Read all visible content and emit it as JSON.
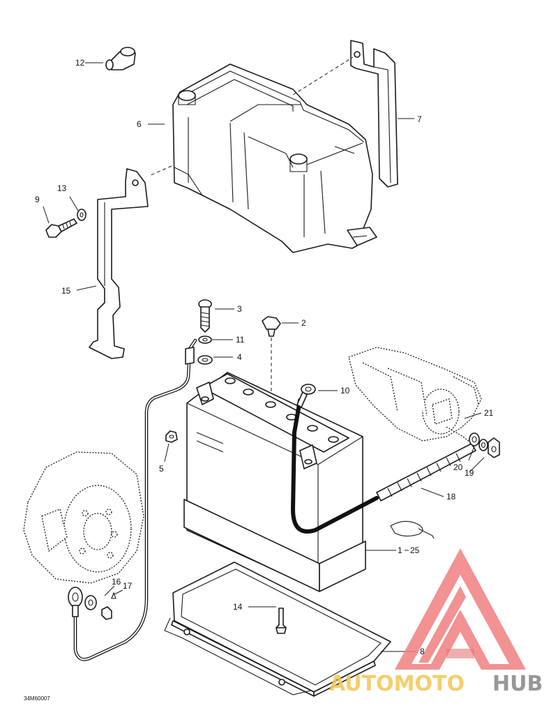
{
  "callouts": [
    {
      "id": "c1",
      "text": "1"
    },
    {
      "id": "c2",
      "text": "2"
    },
    {
      "id": "c3",
      "text": "3"
    },
    {
      "id": "c4",
      "text": "4"
    },
    {
      "id": "c5",
      "text": "5"
    },
    {
      "id": "c6",
      "text": "6"
    },
    {
      "id": "c7",
      "text": "7"
    },
    {
      "id": "c8",
      "text": "8"
    },
    {
      "id": "c9",
      "text": "9"
    },
    {
      "id": "c10",
      "text": "10"
    },
    {
      "id": "c11",
      "text": "11"
    },
    {
      "id": "c12",
      "text": "12"
    },
    {
      "id": "c13",
      "text": "13"
    },
    {
      "id": "c14",
      "text": "14"
    },
    {
      "id": "c15",
      "text": "15"
    },
    {
      "id": "c16",
      "text": "16"
    },
    {
      "id": "c17",
      "text": "17"
    },
    {
      "id": "c18",
      "text": "18"
    },
    {
      "id": "c19",
      "text": "19"
    },
    {
      "id": "c20",
      "text": "20"
    },
    {
      "id": "c21",
      "text": "21"
    },
    {
      "id": "c25",
      "text": "25"
    }
  ],
  "figure_ref": "34M60007",
  "watermark": {
    "part1": "AUTOMOTO",
    "part2": "HUB",
    "color_primary": "#f08080",
    "color_secondary": "#f5c95a",
    "color_dark": "#8c8c8c"
  }
}
